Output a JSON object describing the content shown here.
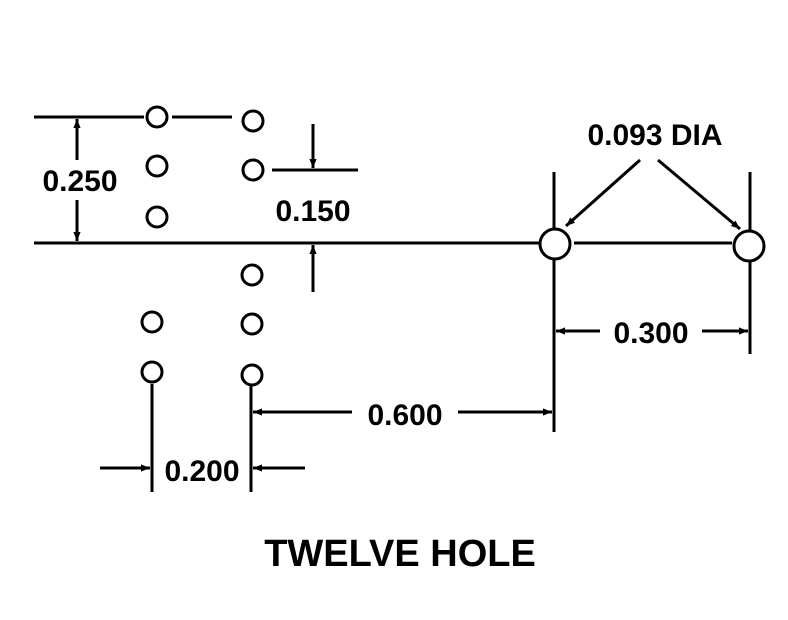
{
  "diagram": {
    "caption": "TWELVE HOLE",
    "hole_callout": "0.093 DIA",
    "dimensions": {
      "vertical_span": "0.250",
      "vertical_offset": "0.150",
      "horizontal_right_pair": "0.300",
      "horizontal_center": "0.600",
      "horizontal_columns": "0.200"
    }
  }
}
